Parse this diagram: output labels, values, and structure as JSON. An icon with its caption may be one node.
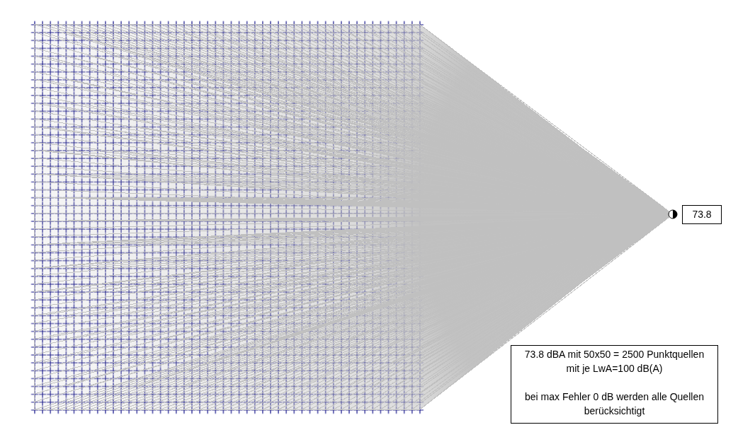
{
  "diagram": {
    "nodes": [
      {
        "text": [],
        "shape": "grid"
      },
      {
        "text": [],
        "shape": "circle"
      },
      {
        "text": [
          "73.8"
        ]
      },
      {
        "text": [
          "73.8 dBA mit 50x50 = 2500 Punktquellen mit je LwA=100 dB(A)",
          "bei max Fehler 0 dB werden alle Quellen berücksichtigt"
        ]
      }
    ],
    "edges": [
      {
        "from": 0,
        "to": 1,
        "arrow": "none"
      }
    ]
  }
}
